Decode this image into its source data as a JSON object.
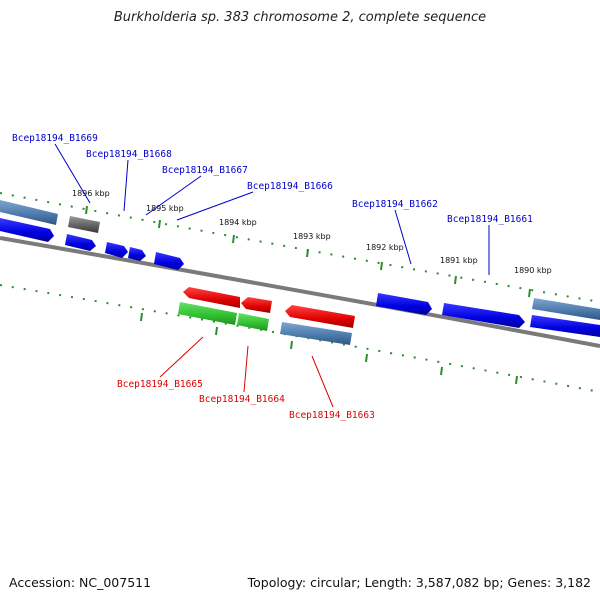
{
  "title": "Burkholderia sp. 383 chromosome 2, complete sequence",
  "footer": {
    "accession": "Accession: NC_007511",
    "summary": "Topology: circular; Length: 3,587,082 bp; Genes: 3,182"
  },
  "colors": {
    "backbone": "#7a7a7a",
    "tick": "#2e8b2e",
    "forward_gene": "#0000ee",
    "forward_label": "#0000cc",
    "reverse_label": "#dd0000",
    "red_gene": "#ee0000",
    "green_gene": "#33cc33",
    "steel_gene": "#4f7fb0",
    "grey_gene": "#666666"
  },
  "scale_labels": [
    "1896 kbp",
    "1895 kbp",
    "1894 kbp",
    "1893 kbp",
    "1892 kbp",
    "1891 kbp",
    "1890 kbp"
  ],
  "forward_labels": [
    "Bcep18194_B1669",
    "Bcep18194_B1668",
    "Bcep18194_B1667",
    "Bcep18194_B1666",
    "Bcep18194_B1662",
    "Bcep18194_B1661"
  ],
  "reverse_labels": [
    "Bcep18194_B1665",
    "Bcep18194_B1664",
    "Bcep18194_B1663"
  ]
}
